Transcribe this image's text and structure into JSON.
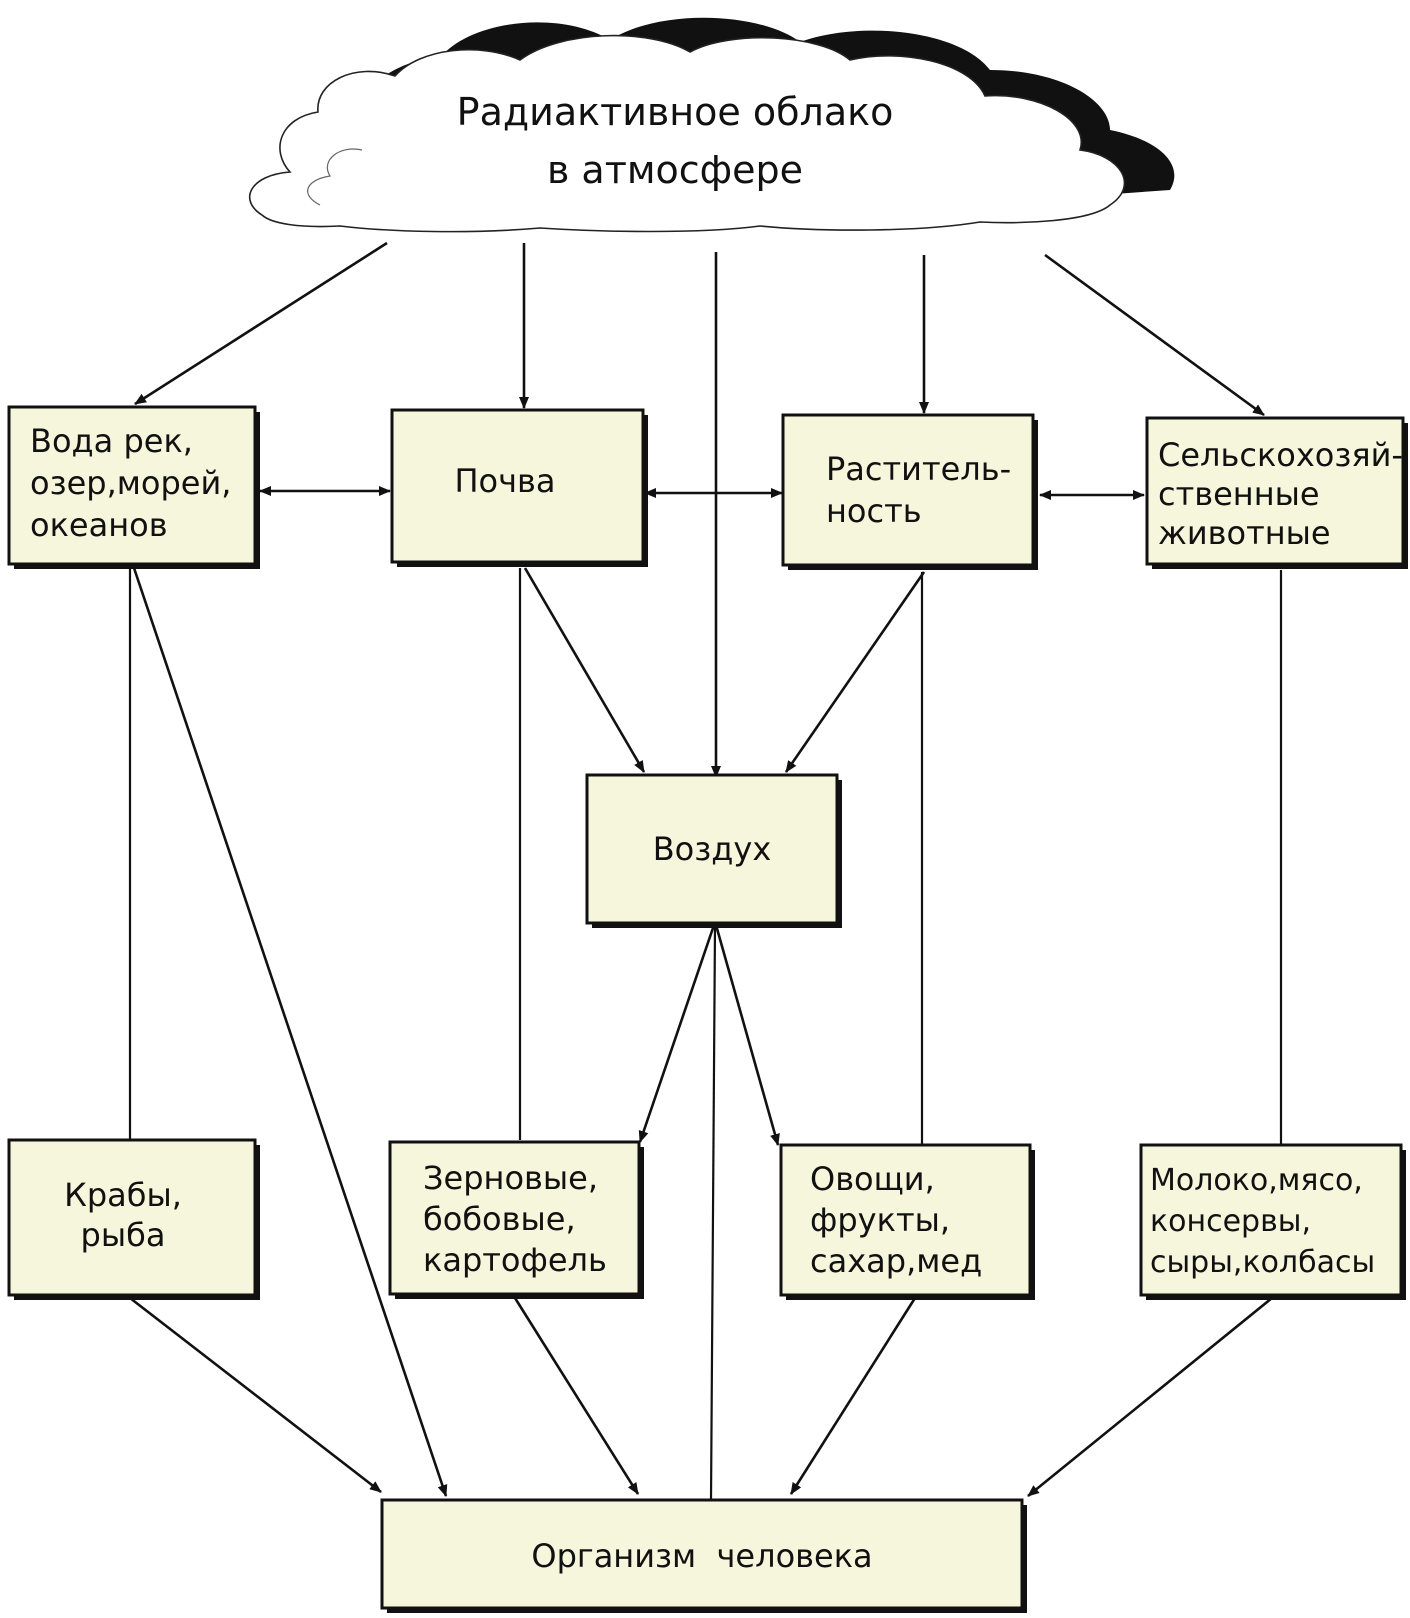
{
  "cloud": {
    "line1": "Радиактивное облако",
    "line2": "в атмосфере"
  },
  "nodes": {
    "water": [
      "Вода рек,",
      "озер,морей,",
      "океанов"
    ],
    "soil": [
      "Почва"
    ],
    "vegetation": [
      "Раститель-",
      "ность"
    ],
    "farm_animals": [
      "Сельскохозяй-",
      "ственные",
      "животные"
    ],
    "air": [
      "Воздух"
    ],
    "crabs": [
      "Крабы,",
      "рыба"
    ],
    "grains": [
      "Зерновые,",
      "бобовые,",
      "картофель"
    ],
    "vegetables": [
      "Овощи,",
      "фрукты,",
      "сахар,мед"
    ],
    "dairy": [
      "Молоко,мясо,",
      "консервы,",
      "сыры,колбасы"
    ],
    "human": [
      "Организм  человека"
    ]
  }
}
